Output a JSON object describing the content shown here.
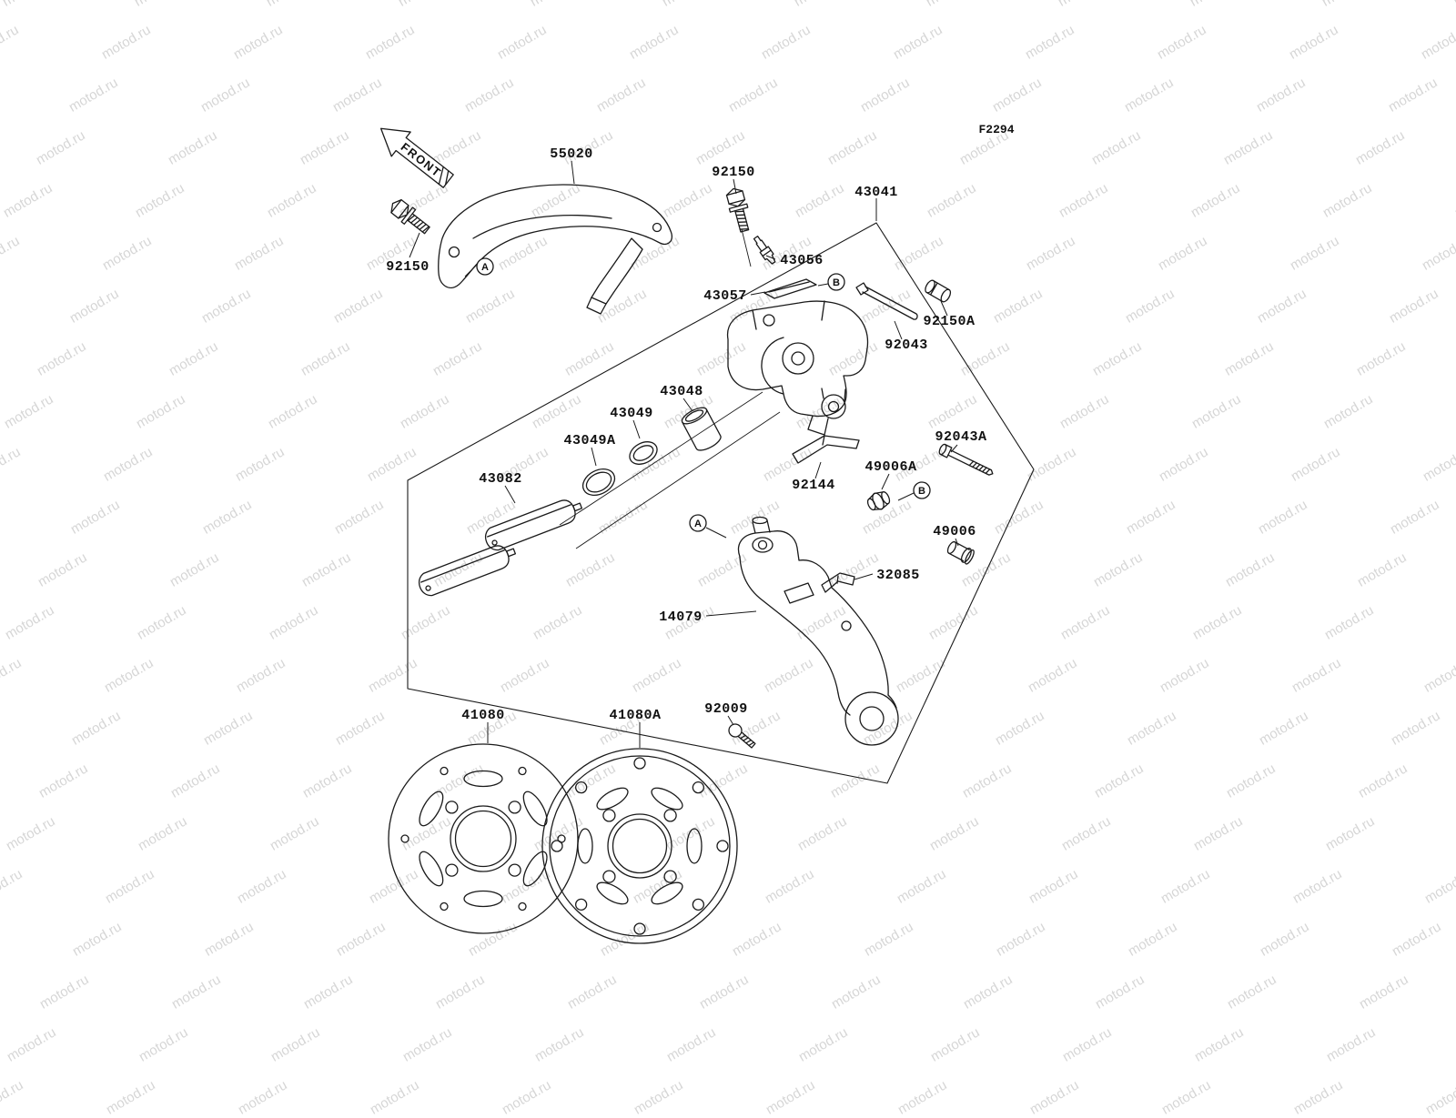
{
  "figure_code": "F2294",
  "front_arrow": {
    "label": "FRONT"
  },
  "watermark": {
    "text": "motod.ru"
  },
  "diagram": {
    "parts": [
      {
        "label": "55020"
      },
      {
        "label": "92150"
      },
      {
        "label": "43041"
      },
      {
        "label": "92150"
      },
      {
        "label": "43056"
      },
      {
        "label": "43057"
      },
      {
        "label": "92150A"
      },
      {
        "label": "92043"
      },
      {
        "label": "43048"
      },
      {
        "label": "43049"
      },
      {
        "label": "43049A"
      },
      {
        "label": "43082"
      },
      {
        "label": "92144"
      },
      {
        "label": "49006A"
      },
      {
        "label": "92043A"
      },
      {
        "label": "49006"
      },
      {
        "label": "32085"
      },
      {
        "label": "14079"
      },
      {
        "label": "41080"
      },
      {
        "label": "41080A"
      },
      {
        "label": "92009"
      }
    ],
    "markers": [
      {
        "label": "A"
      },
      {
        "label": "B"
      },
      {
        "label": "B"
      },
      {
        "label": "A"
      }
    ]
  }
}
